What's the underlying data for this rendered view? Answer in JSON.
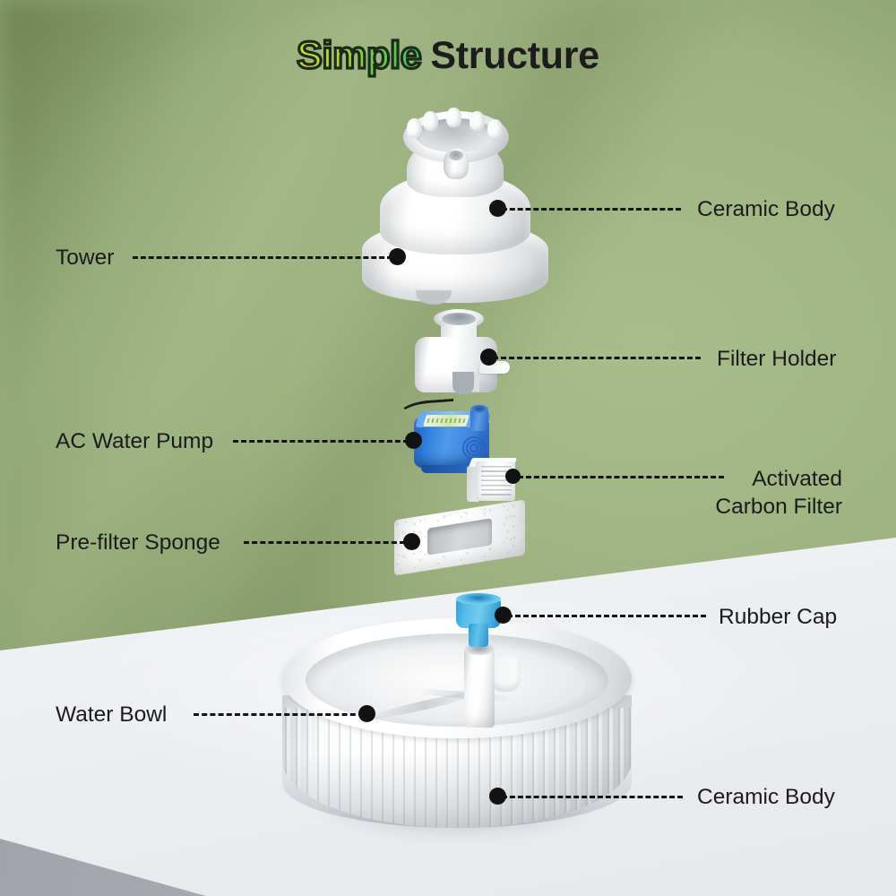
{
  "title": {
    "word1": "Simple",
    "word2": "Structure",
    "gradient_start": "#cddb34",
    "gradient_end": "#35c65c",
    "outline_color": "#1d2a1b",
    "word2_color": "#1c1c1c"
  },
  "background": {
    "green": "#9bb07e",
    "table_surface": "#eceef1",
    "table_edge": "#a4a8ad"
  },
  "diagram": {
    "type": "exploded-view",
    "product": "pet water fountain",
    "label_color": "#1b1b1b",
    "leader_color": "#141414",
    "labels": [
      {
        "id": "ceramic-body-top",
        "text": "Ceramic Body",
        "side": "right",
        "target": "tower dome"
      },
      {
        "id": "tower",
        "text": "Tower",
        "side": "left",
        "target": "tower base"
      },
      {
        "id": "filter-holder",
        "text": "Filter Holder",
        "side": "right",
        "target": "filter holder"
      },
      {
        "id": "ac-water-pump",
        "text": "AC Water Pump",
        "side": "left",
        "target": "pump"
      },
      {
        "id": "activated-carbon-filter",
        "text": "Activated Carbon Filter",
        "line1": "Activated",
        "line2": "Carbon Filter",
        "side": "right",
        "target": "carbon filter"
      },
      {
        "id": "pre-filter-sponge",
        "text": "Pre-filter Sponge",
        "side": "left",
        "target": "sponge"
      },
      {
        "id": "rubber-cap",
        "text": "Rubber Cap",
        "side": "right",
        "target": "rubber cap"
      },
      {
        "id": "water-bowl",
        "text": "Water Bowl",
        "side": "left",
        "target": "bowl interior"
      },
      {
        "id": "ceramic-body-bottom",
        "text": "Ceramic Body",
        "side": "right",
        "target": "bowl wall"
      }
    ],
    "parts": [
      {
        "id": "tower",
        "name": "Tower",
        "color": "#ffffff",
        "material": "ceramic"
      },
      {
        "id": "filter-holder",
        "name": "Filter Holder",
        "color": "#ffffff",
        "material": "plastic"
      },
      {
        "id": "ac-water-pump",
        "name": "AC Water Pump",
        "color": "#2f7ddd",
        "material": "plastic"
      },
      {
        "id": "activated-carbon-filter",
        "name": "Activated Carbon Filter",
        "color": "#f5f6f7",
        "material": "filter"
      },
      {
        "id": "pre-filter-sponge",
        "name": "Pre-filter Sponge",
        "color": "#fdfdfd",
        "material": "foam"
      },
      {
        "id": "rubber-cap",
        "name": "Rubber Cap",
        "color": "#56bce8",
        "material": "rubber"
      },
      {
        "id": "water-bowl",
        "name": "Water Bowl",
        "color": "#ffffff",
        "material": "ceramic"
      }
    ]
  }
}
